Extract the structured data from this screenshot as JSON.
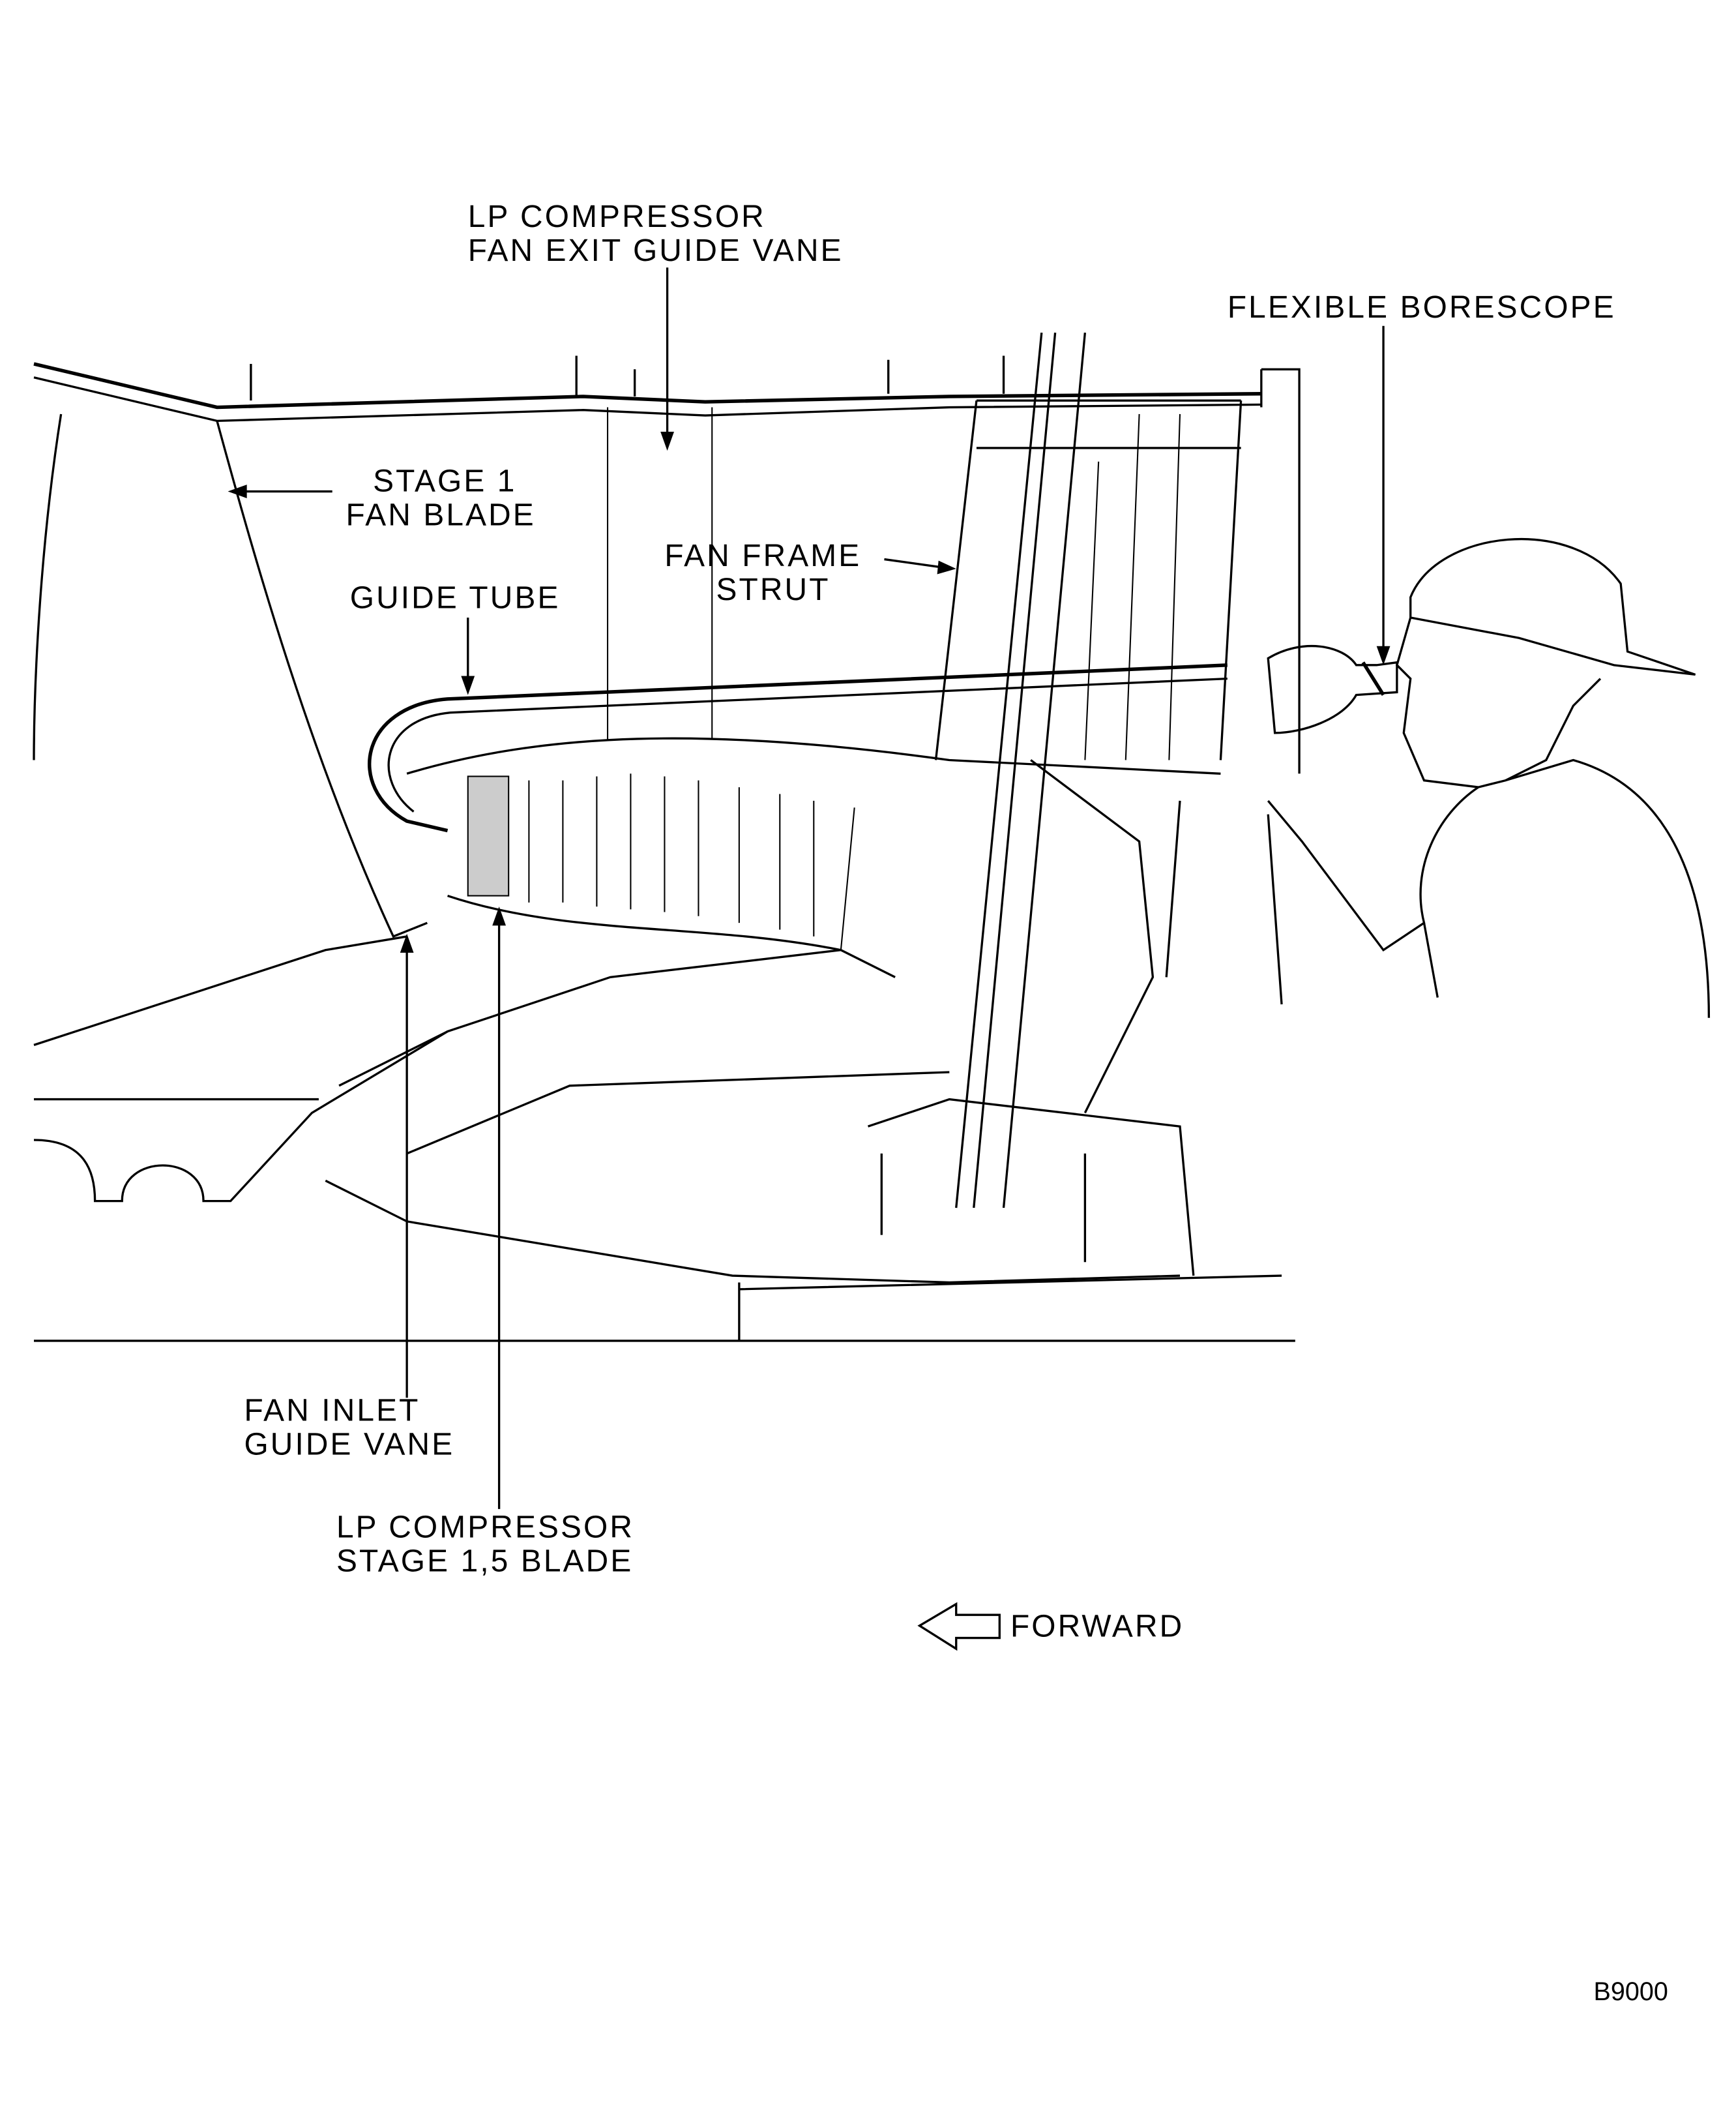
{
  "labels": {
    "exit_guide_vane_1": "LP COMPRESSOR",
    "exit_guide_vane_2": "FAN EXIT GUIDE VANE",
    "borescope": "FLEXIBLE BORESCOPE",
    "fan_blade_1": "STAGE 1",
    "fan_blade_2": "FAN BLADE",
    "fan_frame_1": "FAN FRAME",
    "fan_frame_2": "STRUT",
    "guide_tube": "GUIDE TUBE",
    "inlet_vane_1": "FAN INLET",
    "inlet_vane_2": "GUIDE VANE",
    "stage_blade_1": "LP COMPRESSOR",
    "stage_blade_2": "STAGE 1,5 BLADE",
    "forward": "FORWARD"
  },
  "figure_code": "B9000"
}
